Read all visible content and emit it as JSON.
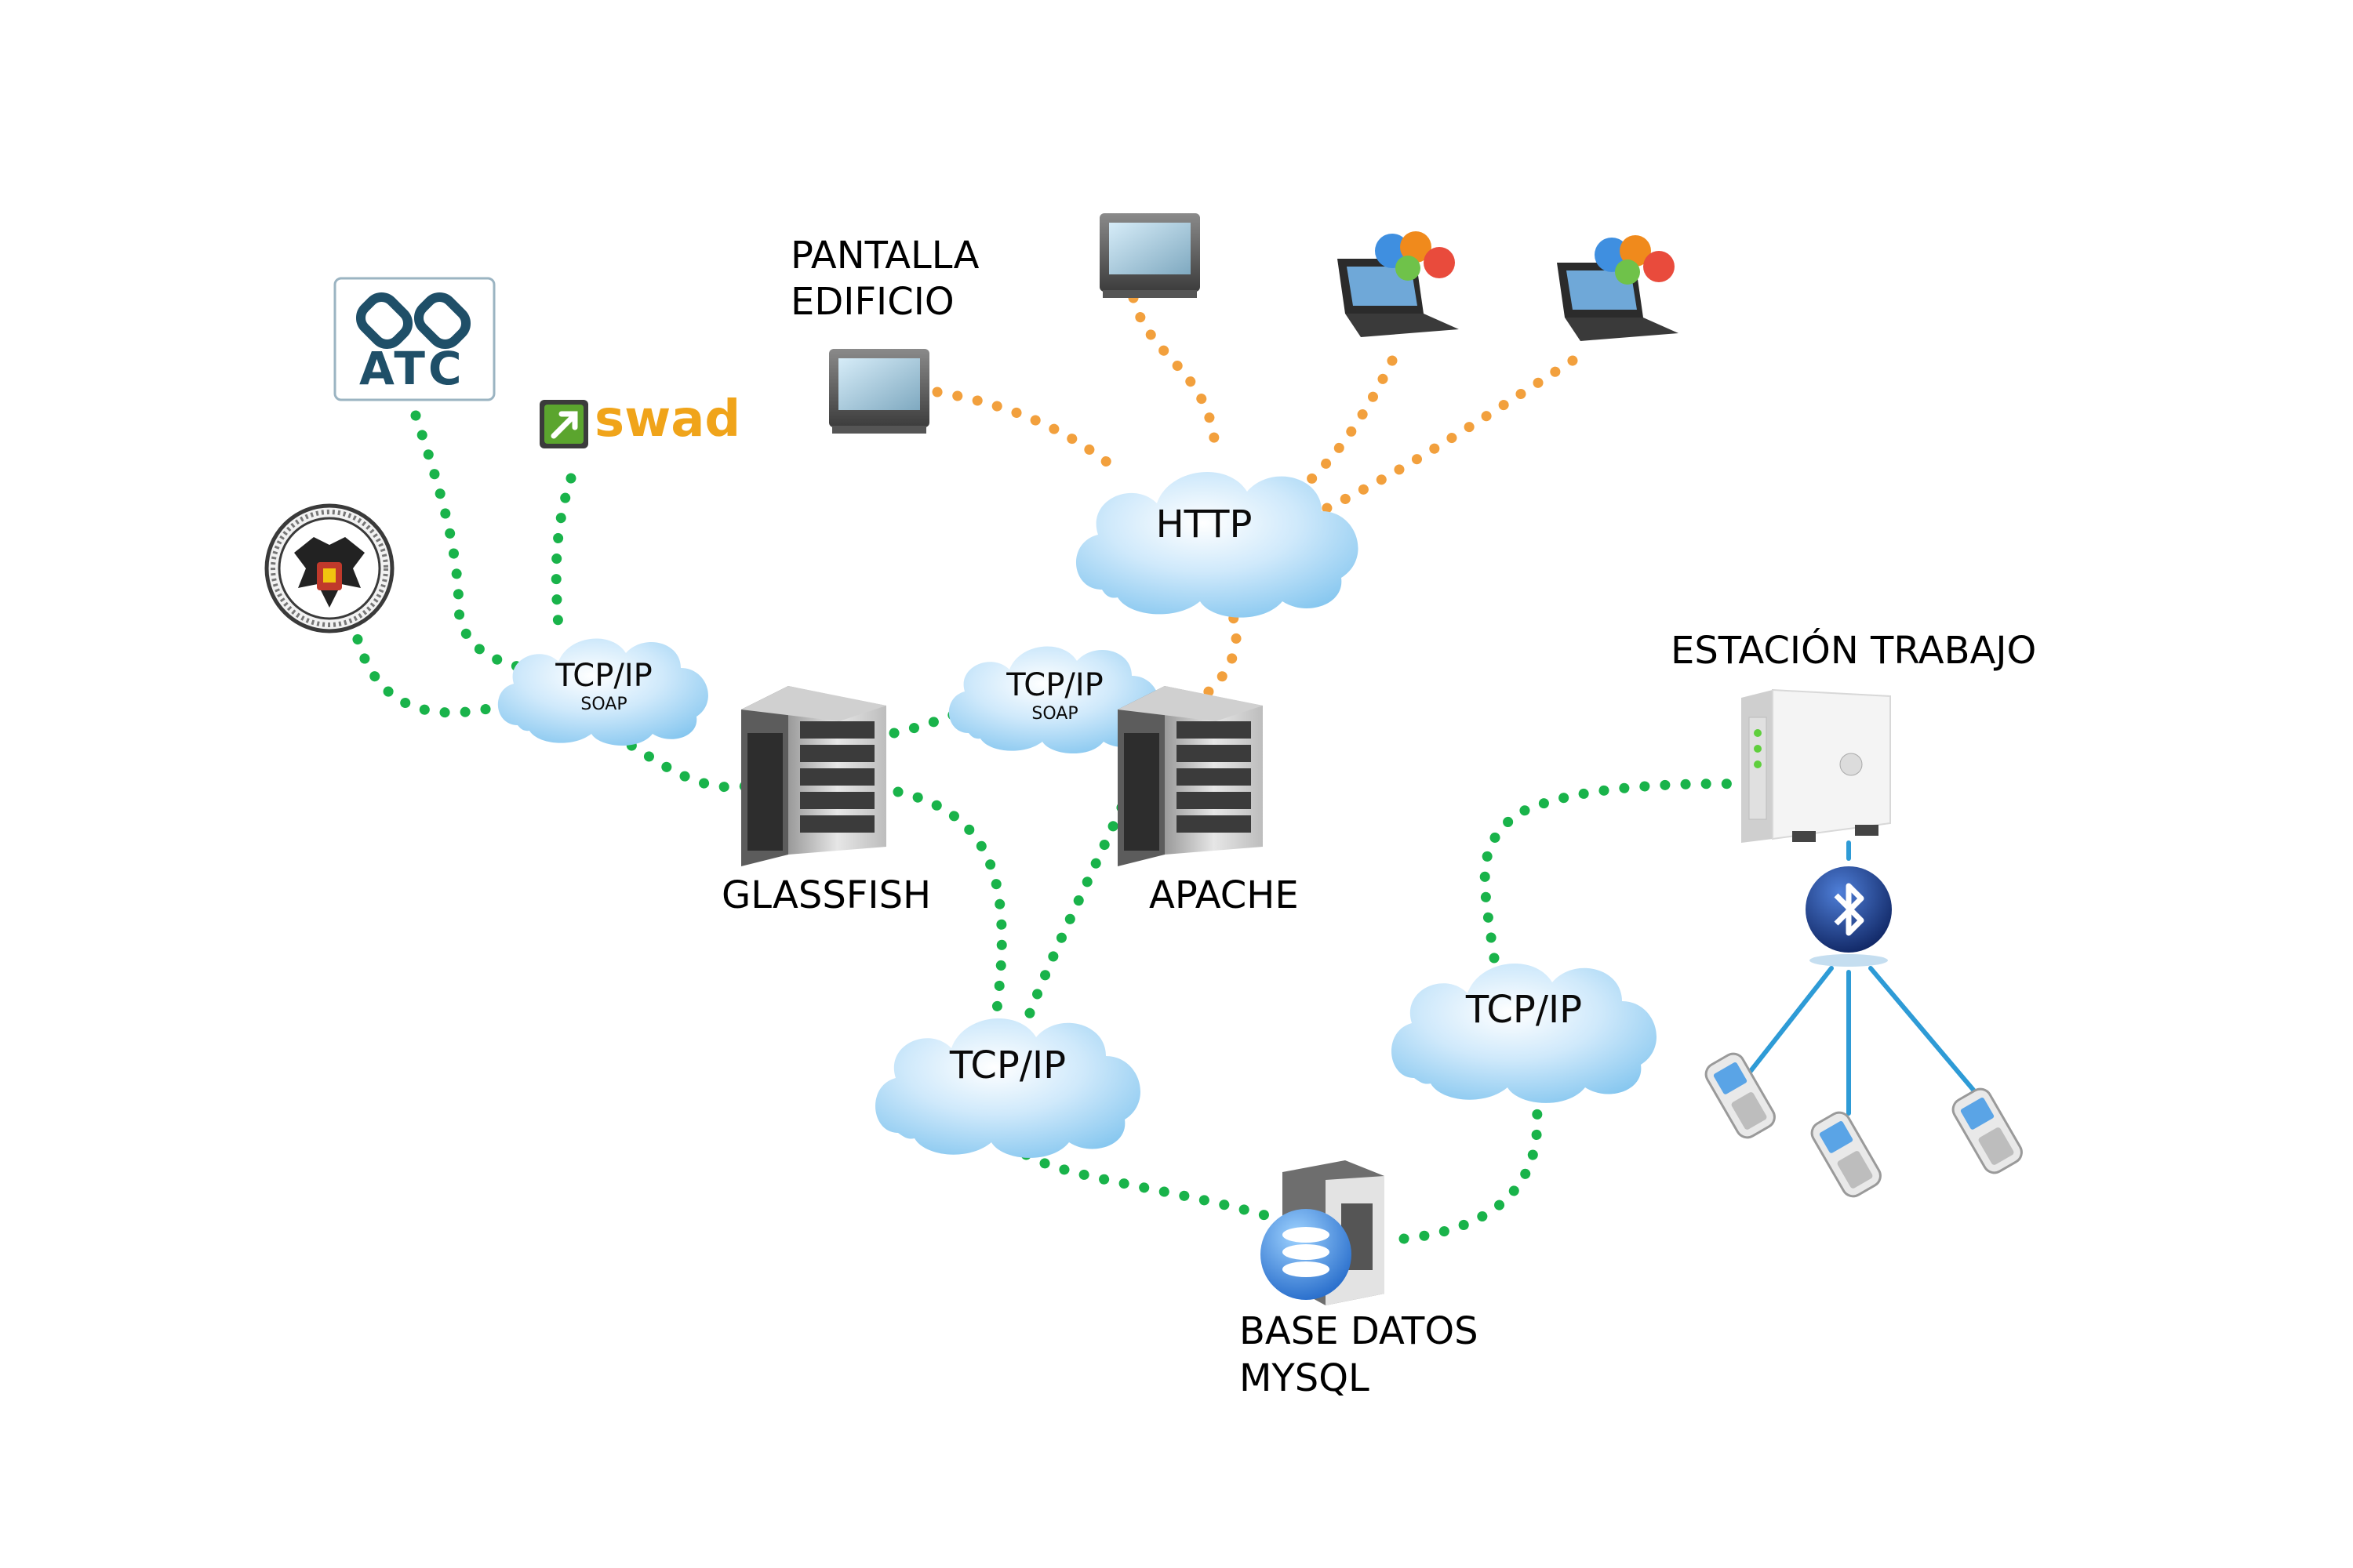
{
  "labels": {
    "pantalla_line1": "PANTALLA",
    "pantalla_line2": "EDIFICIO",
    "glassfish": "GLASSFISH",
    "apache": "APACHE",
    "base_datos_line1": "BASE DATOS",
    "base_datos_line2": "MYSQL",
    "estacion_trabajo": "ESTACIÓN TRABAJO"
  },
  "clouds": {
    "http": {
      "main": "HTTP"
    },
    "tcpip_soap_left": {
      "main": "TCP/IP",
      "sub": "SOAP"
    },
    "tcpip_soap_mid": {
      "main": "TCP/IP",
      "sub": "SOAP"
    },
    "tcpip_bottom": {
      "main": "TCP/IP"
    },
    "tcpip_right": {
      "main": "TCP/IP"
    }
  },
  "logos": {
    "atc": "ATC",
    "swad": "swad"
  },
  "colors": {
    "green_link": "#19b34a",
    "orange_link": "#f2a03d",
    "blue_link": "#2e9bd6",
    "cloud_light": "#d8eefc",
    "cloud_dark": "#7cc2ee"
  }
}
